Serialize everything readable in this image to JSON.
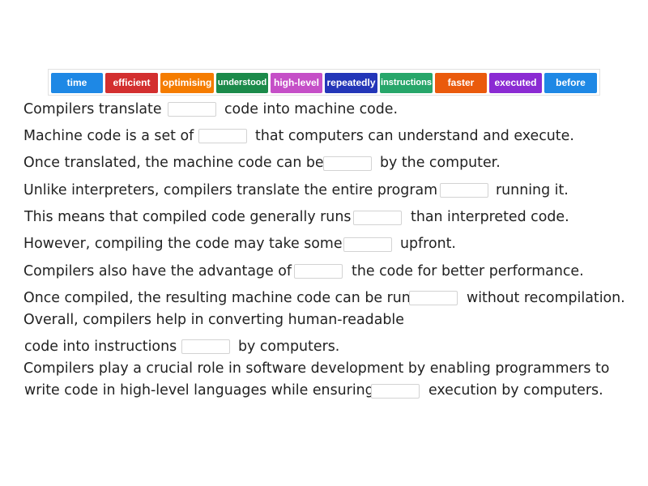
{
  "word_bank": [
    {
      "label": "time",
      "color": "#1e88e5"
    },
    {
      "label": "efficient",
      "color": "#d32f2f"
    },
    {
      "label": "optimising",
      "color": "#f57c00"
    },
    {
      "label": "understood",
      "color": "#1b8a4a"
    },
    {
      "label": "high-level",
      "color": "#c54fc7"
    },
    {
      "label": "repeatedly",
      "color": "#2336b8"
    },
    {
      "label": "instructions",
      "color": "#27a66a"
    },
    {
      "label": "faster",
      "color": "#ea5a0c"
    },
    {
      "label": "executed",
      "color": "#8b2bd3"
    },
    {
      "label": "before",
      "color": "#1e88e5"
    }
  ],
  "sentences": [
    {
      "before": "Compilers translate",
      "after": "code into machine code."
    },
    {
      "before": "Machine code is a set of",
      "after": "that computers can understand and execute."
    },
    {
      "before": "Once translated, the machine code can be",
      "after": "by the computer."
    },
    {
      "before": "Unlike interpreters, compilers translate the entire program",
      "after": "running it."
    },
    {
      "before": "This means that compiled code generally runs",
      "after": "than interpreted code."
    },
    {
      "before": "However, compiling the code may take some",
      "after": "upfront."
    },
    {
      "before": "Compilers also have the advantage of",
      "after": "the code for better performance."
    },
    {
      "before": "Once compiled, the resulting machine code can be run",
      "after": "without recompilation."
    },
    {
      "line1": "Overall, compilers help in converting human-readable",
      "before": "code into instructions",
      "after": "by computers."
    },
    {
      "line1": "Compilers play a crucial role in software development by enabling programmers to",
      "before": "write code in high-level languages while ensuring",
      "after": "execution by computers."
    }
  ]
}
